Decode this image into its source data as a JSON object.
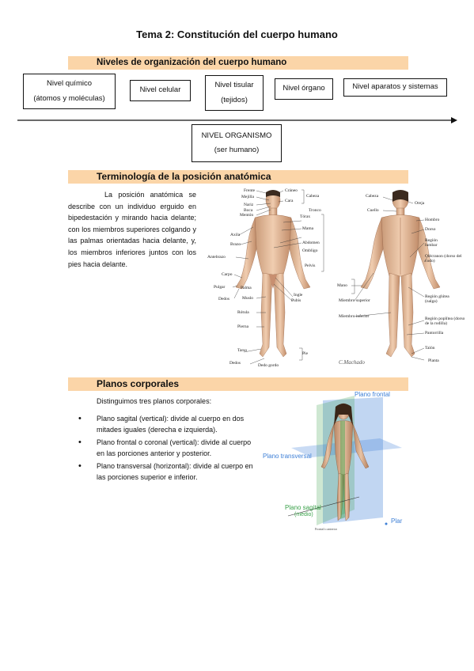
{
  "title": "Tema 2: Constitución del cuerpo humano",
  "section1": {
    "heading": "Niveles de organización del cuerpo humano",
    "levels": [
      {
        "line1": "Nivel químico",
        "line2": "(átomos y moléculas)"
      },
      {
        "line1": "Nivel celular",
        "line2": ""
      },
      {
        "line1": "Nivel tisular",
        "line2": "(tejidos)"
      },
      {
        "line1": "Nivel órgano",
        "line2": ""
      },
      {
        "line1": "Nivel aparatos y sistemas",
        "line2": ""
      },
      {
        "line1": "NIVEL ORGANISMO",
        "line2": "(ser humano)"
      }
    ]
  },
  "section2": {
    "heading": "Terminología de la posición anatómica",
    "paragraph": "La posición anatómica se describe con un individuo erguido en bipedestación y mirando hacia delante; con los miembros superiores colgando y las palmas orientadas hacia delante, y, los miembros inferiores juntos con los pies hacia delante.",
    "front_labels": [
      "Frente",
      "Mejilla",
      "Nariz",
      "Boca",
      "Mentón",
      "Cráneo",
      "Cara",
      "Cabeza",
      "Tronco",
      "Tórax",
      "Mama",
      "Axila",
      "Brazo",
      "Abdomen",
      "Ombligo",
      "Antebrazo",
      "Pelvis",
      "Carpo",
      "Pulgar",
      "Palma",
      "Dedos",
      "Ingle",
      "Pubis",
      "Muslo",
      "Rótula",
      "Pierna",
      "Tarso",
      "Pie",
      "Dedos",
      "Dedo gordo"
    ],
    "back_labels": [
      "Cabeza",
      "Oreja",
      "Cuello",
      "Hombro",
      "Dorso",
      "Región lumbar",
      "Olécranon (dorso del codo)",
      "Mano",
      "Miembro superior",
      "Región glútea (nalga)",
      "Miembro inferior",
      "Región poplítea (dorso de la rodilla)",
      "Pantorrilla",
      "Talón",
      "Planta"
    ]
  },
  "section3": {
    "heading": "Planos corporales",
    "intro": "Distinguimos tres planos corporales:",
    "bullets": [
      "Plano sagital (vertical): divide al cuerpo en dos mitades iguales (derecha e izquierda).",
      "Plano frontal o coronal (vertical): divide al cuerpo en las porciones anterior y posterior.",
      "Plano transversal (horizontal): divide al cuerpo en las porciones superior e inferior."
    ],
    "figure_labels": {
      "frontal": "Plano frontal",
      "transversal": "Plano transversal",
      "sagital": "Plano sagital",
      "sagital_sub": "(medio)",
      "extra": "Plar"
    }
  },
  "colors": {
    "band": "#fbd5a8",
    "plane_blue": "#3d7fd6",
    "plane_green": "#3aa14a"
  }
}
